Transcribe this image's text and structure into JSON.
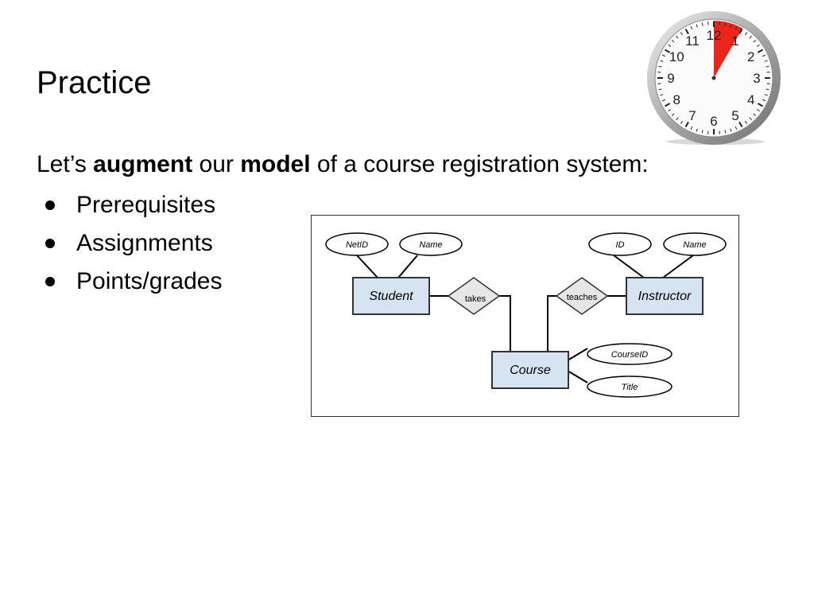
{
  "slide": {
    "title": "Practice",
    "intro": {
      "prefix": "Let’s ",
      "bold1": "augment",
      "middle": " our ",
      "bold2": "model",
      "suffix": " of a course registration system:"
    },
    "bullets": [
      "Prerequisites",
      "Assignments",
      "Points/grades"
    ]
  },
  "clock": {
    "numbers": [
      "12",
      "1",
      "2",
      "3",
      "4",
      "5",
      "6",
      "7",
      "8",
      "9",
      "10",
      "11"
    ],
    "highlight_color": "#e8261c"
  },
  "er_diagram": {
    "entities": {
      "student": "Student",
      "instructor": "Instructor",
      "course": "Course"
    },
    "relationships": {
      "takes": "takes",
      "teaches": "teaches"
    },
    "attributes": {
      "student_netid": "NetID",
      "student_name": "Name",
      "instructor_id": "ID",
      "instructor_name": "Name",
      "course_id": "CourseID",
      "course_title": "Title"
    },
    "colors": {
      "entity_fill": "#d6e4f2",
      "relationship_fill": "#e6e6e6"
    }
  }
}
